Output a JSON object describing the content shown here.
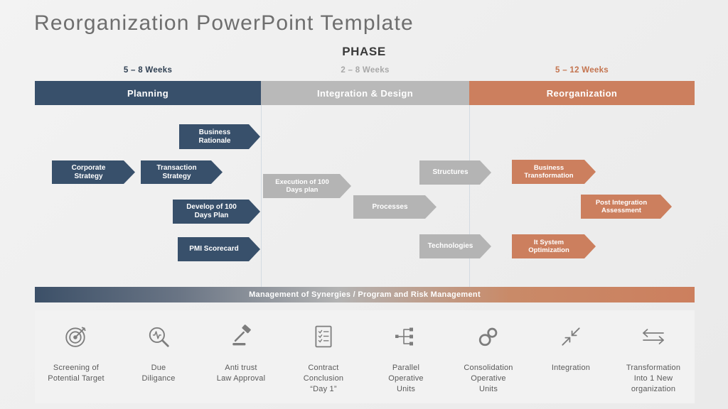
{
  "title": "Reorganization  PowerPoint  Template",
  "phase_label": "PHASE",
  "colors": {
    "navy": "#38506b",
    "grey": "#b4b4b4",
    "orange": "#cc7f5e",
    "panel": "#f2f2f2"
  },
  "phases": [
    {
      "weeks": "5 – 8 Weeks",
      "name": "Planning"
    },
    {
      "weeks": "2 – 8 Weeks",
      "name": "Integration  &  Design"
    },
    {
      "weeks": "5 – 12 Weeks",
      "name": "Reorganization"
    }
  ],
  "arrows": [
    {
      "label": "Business\nRationale",
      "column": "planning",
      "color": "navy"
    },
    {
      "label": "Corporate\nStrategy",
      "column": "planning",
      "color": "navy"
    },
    {
      "label": "Transaction\nStrategy",
      "column": "planning",
      "color": "navy"
    },
    {
      "label": "Develop of 100\nDays Plan",
      "column": "planning",
      "color": "navy"
    },
    {
      "label": "PMI Scorecard",
      "column": "planning",
      "color": "navy"
    },
    {
      "label": "Execution of 100\nDays plan",
      "column": "integration",
      "color": "grey"
    },
    {
      "label": "Processes",
      "column": "integration",
      "color": "grey"
    },
    {
      "label": "Structures",
      "column": "integration",
      "color": "grey"
    },
    {
      "label": "Technologies",
      "column": "integration",
      "color": "grey"
    },
    {
      "label": "Business\nTransformation",
      "column": "reorganization",
      "color": "orange"
    },
    {
      "label": "Post Integration\nAssessment",
      "column": "reorganization",
      "color": "orange"
    },
    {
      "label": "It System\nOptimization",
      "column": "reorganization",
      "color": "orange"
    }
  ],
  "management_bar": "Management of Synergies  /  Program  and Risk  Management",
  "footer_items": [
    {
      "icon": "target-icon",
      "caption": "Screening of\nPotential Target"
    },
    {
      "icon": "magnifier-pulse-icon",
      "caption": "Due\nDiligance"
    },
    {
      "icon": "gavel-icon",
      "caption": "Anti trust\nLaw Approval"
    },
    {
      "icon": "checklist-icon",
      "caption": "Contract\nConclusion\n“Day 1”"
    },
    {
      "icon": "org-chart-icon",
      "caption": "Parallel\nOperative\nUnits"
    },
    {
      "icon": "gears-icon",
      "caption": "Consolidation\nOperative\nUnits"
    },
    {
      "icon": "converge-arrows-icon",
      "caption": "Integration"
    },
    {
      "icon": "exchange-arrows-icon",
      "caption": "Transformation\nInto 1 New\norganization"
    }
  ]
}
